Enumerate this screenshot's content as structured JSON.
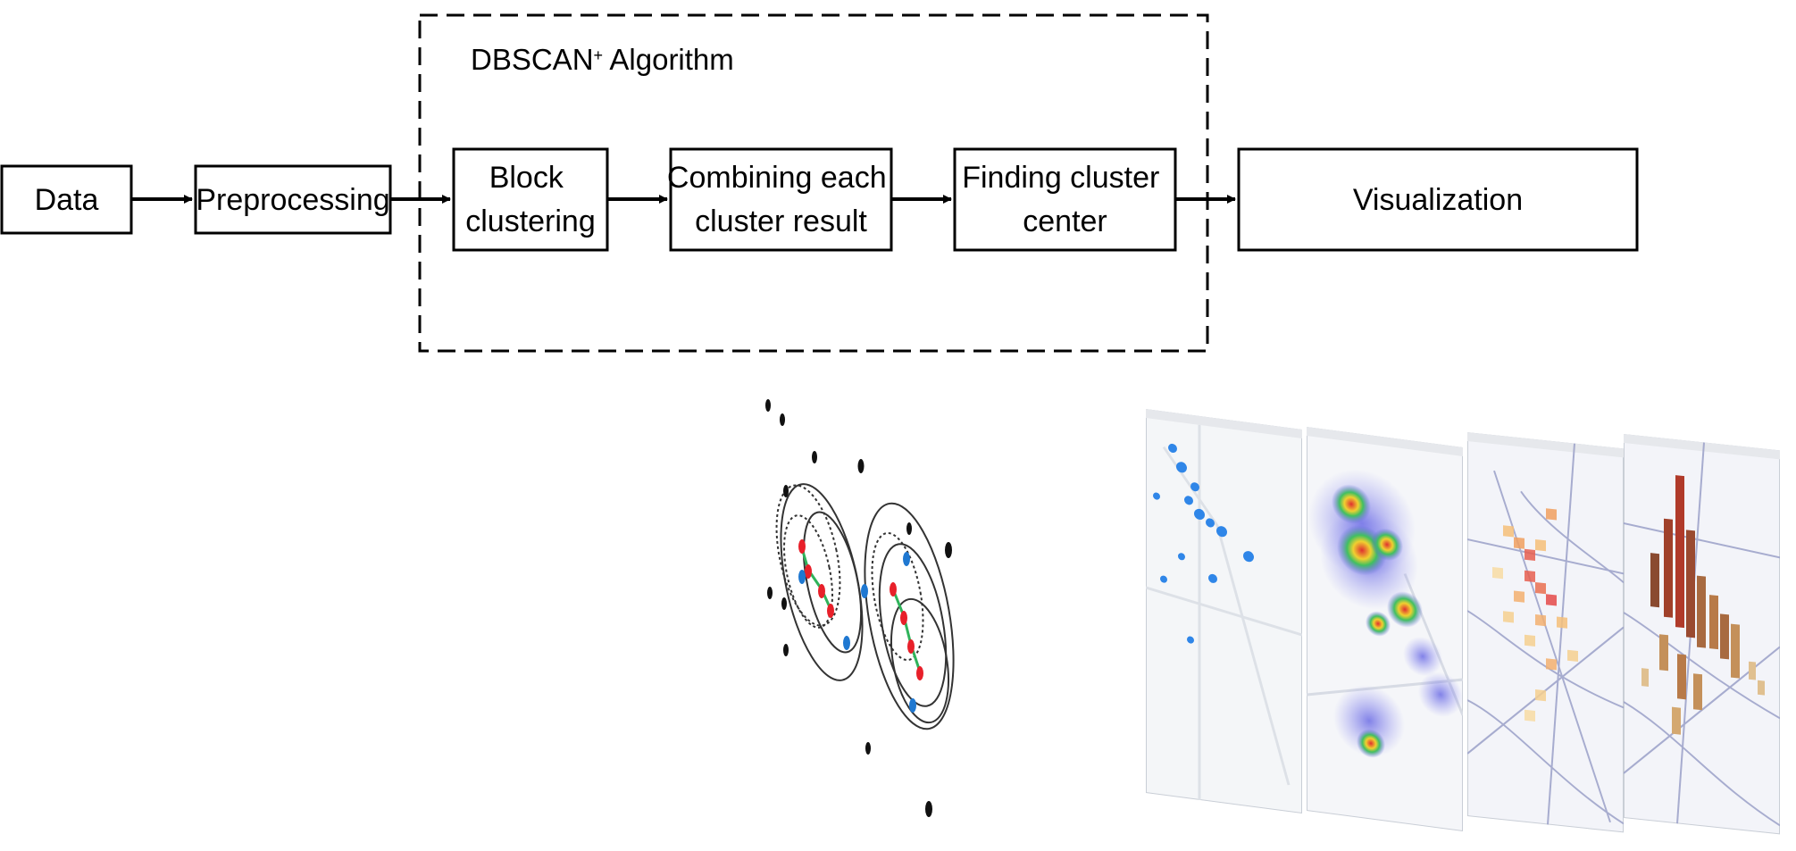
{
  "diagram": {
    "group_title": "DBSCAN",
    "group_title_sup": "+",
    "group_title_rest": " Algorithm",
    "boxes": {
      "data": [
        "Data"
      ],
      "preprocessing": [
        "Preprocessing"
      ],
      "block_clustering": [
        "Block",
        "clustering"
      ],
      "combining": [
        "Combining each",
        "cluster result"
      ],
      "finding_center": [
        "Finding cluster",
        "center"
      ],
      "visualization": [
        "Visualization"
      ]
    }
  },
  "colors": {
    "stroke": "#000000",
    "core_point": "#e8202a",
    "border_point": "#1f78d1",
    "link": "#2fb35a",
    "noise_point": "#111111",
    "map_background": "#f3f5f7",
    "map_road": "#9aa0c8"
  },
  "illustrations": {
    "cluster_sketch": "dbscan-cluster-illustration",
    "map_panels": [
      "points-map-panel",
      "heatmap-panel",
      "hexbin-map-panel",
      "3d-bar-map-panel"
    ]
  }
}
